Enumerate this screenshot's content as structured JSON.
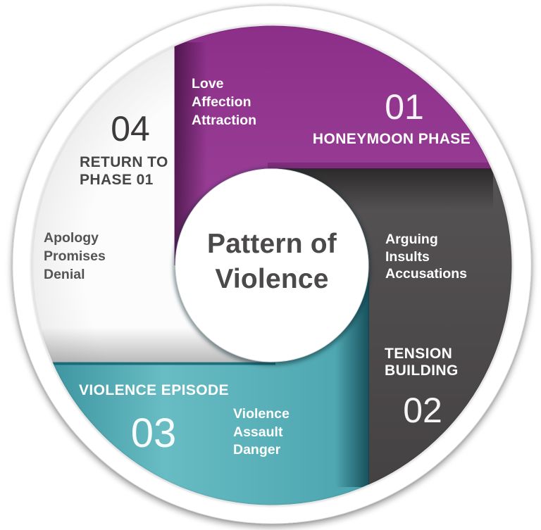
{
  "diagram": {
    "center_title_line1": "Pattern of",
    "center_title_line2": "Violence"
  },
  "phases": [
    {
      "number": "01",
      "name": "HONEYMOON PHASE",
      "name_lines": [
        "HONEYMOON PHASE"
      ],
      "items": [
        "Love",
        "Affection",
        "Attraction"
      ]
    },
    {
      "number": "02",
      "name": "TENSION BUILDING",
      "name_lines": [
        "TENSION",
        "BUILDING"
      ],
      "items": [
        "Arguing",
        "Insults",
        "Accusations"
      ]
    },
    {
      "number": "03",
      "name": "VIOLENCE EPISODE",
      "name_lines": [
        "VIOLENCE EPISODE"
      ],
      "items": [
        "Violence",
        "Assault",
        "Danger"
      ]
    },
    {
      "number": "04",
      "name": "RETURN TO PHASE 01",
      "name_lines": [
        "RETURN TO",
        "PHASE 01"
      ],
      "items": [
        "Apology",
        "Promises",
        "Denial"
      ]
    }
  ],
  "colors": {
    "purple_top": "#8c2f89",
    "purple_bottom": "#9d439a",
    "gray_top": "#565354",
    "gray_bottom": "#454243",
    "teal_left": "#3e96a1",
    "teal_mid": "#68bcc3",
    "teal_right": "#4aa3ae",
    "white_segment": "#fcfcfc",
    "white_segment_edge": "#eeeeee",
    "outer_ring": "#ffffff",
    "center_circle": "#ffffff",
    "center_title_text": "#4b4949",
    "light_text": "#ffffff",
    "phase04_number_text": "#3c3a3b",
    "phase04_name_text": "#474546",
    "phase04_items_text": "#555354"
  }
}
